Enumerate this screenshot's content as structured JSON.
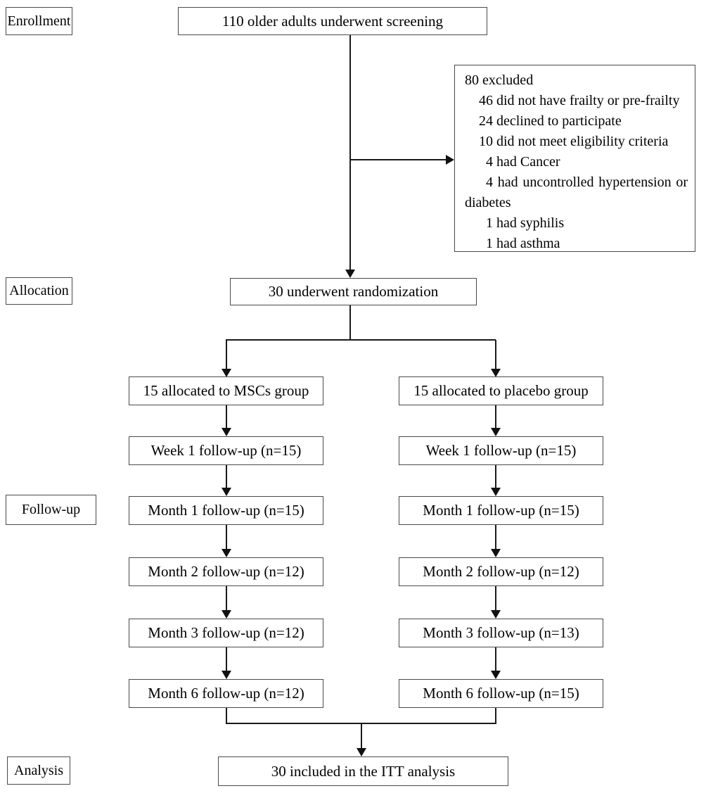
{
  "flow": {
    "stages": {
      "enrollment": "Enrollment",
      "allocation": "Allocation",
      "followup": "Follow-up",
      "analysis": "Analysis"
    },
    "screening": "110 older adults underwent screening",
    "excluded": {
      "lines": [
        "80 excluded",
        "46 did not have frailty or pre-frailty",
        "24 declined to participate",
        "10 did not meet eligibility criteria",
        "4 had Cancer",
        "4 had uncontrolled hypertension or diabetes",
        "1 had syphilis",
        "1 had asthma"
      ]
    },
    "randomization": "30 underwent randomization",
    "msc_group": {
      "allocation": "15 allocated to MSCs group",
      "followups": [
        "Week 1 follow-up (n=15)",
        "Month 1 follow-up (n=15)",
        "Month 2 follow-up (n=12)",
        "Month 3 follow-up (n=12)",
        "Month 6 follow-up (n=12)"
      ]
    },
    "placebo_group": {
      "allocation": "15 allocated to placebo group",
      "followups": [
        "Week 1 follow-up (n=15)",
        "Month 1 follow-up (n=15)",
        "Month 2 follow-up (n=12)",
        "Month 3 follow-up (n=13)",
        "Month 6 follow-up (n=15)"
      ]
    },
    "analysis_result": "30 included in the ITT analysis",
    "colors": {
      "line": "#1a1a1a",
      "border": "#4a4a4a",
      "background": "#ffffff"
    }
  }
}
